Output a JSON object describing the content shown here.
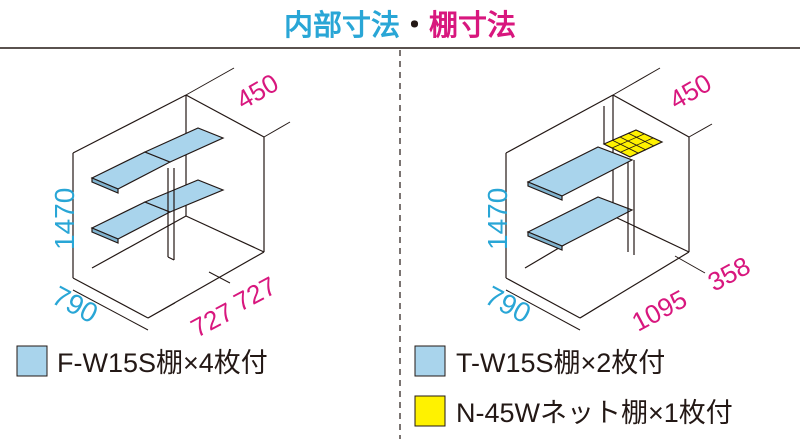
{
  "title": {
    "part1": "内部寸法",
    "separator": "・",
    "part2": "棚寸法",
    "part1_color": "#29a6d6",
    "part2_color": "#d8177e"
  },
  "left_unit": {
    "dims": {
      "height": "1470",
      "width": "790",
      "depth": "450",
      "span_a": "727",
      "span_b": "727"
    },
    "legend": [
      {
        "swatch_color": "#a9d4ec",
        "text": "F-W15S棚×4枚付"
      }
    ]
  },
  "right_unit": {
    "dims": {
      "height": "1470",
      "width": "790",
      "depth": "450",
      "span_a": "1095",
      "span_b": "358"
    },
    "legend": [
      {
        "swatch_color": "#a9d4ec",
        "text": "T-W15S棚×2枚付"
      },
      {
        "swatch_color": "#fff200",
        "text": "N-45Wネット棚×1枚付"
      }
    ]
  },
  "colors": {
    "shelf": "#a9d4ec",
    "net_shelf": "#fff200",
    "line": "#231815",
    "cyan_dim": "#29a6d6",
    "magenta_dim": "#d8177e"
  },
  "icons": [
    "shelf-swatch-icon",
    "net-shelf-swatch-icon"
  ]
}
